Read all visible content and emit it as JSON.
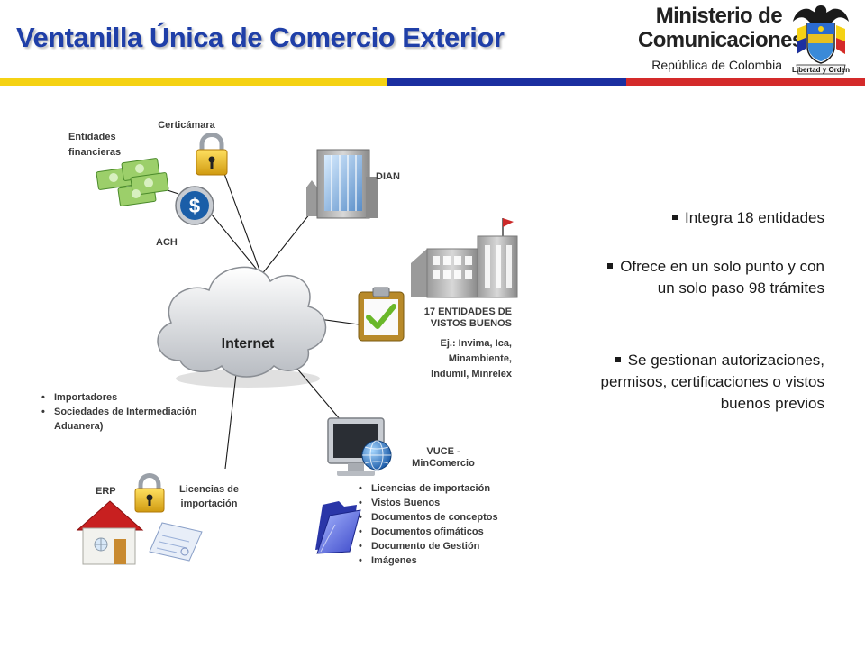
{
  "header": {
    "title": "Ventanilla Única de Comercio Exterior",
    "ministry_line1": "Ministerio de",
    "ministry_line2": "Comunicaciones",
    "ministry_sub": "República de Colombia",
    "seal_motto": "Libertad y Orden",
    "stripe_colors": [
      "#f5d214",
      "#1b2fa0",
      "#d42a2a"
    ]
  },
  "diagram": {
    "hub_label": "Internet",
    "nodes": {
      "certicamara": "Certicámara",
      "entidades_line1": "Entidades",
      "entidades_line2": "financieras",
      "ach": "ACH",
      "dian": "DIAN",
      "vistos_line1": "17 ENTIDADES DE",
      "vistos_line2": "VISTOS BUENOS",
      "vistos_ex_line1": "Ej.: Invima, Ica,",
      "vistos_ex_line2": "Minambiente,",
      "vistos_ex_line3": "Indumil, Minrelex",
      "vuce_line1": "VUCE -",
      "vuce_line2": "MinComercio",
      "erp": "ERP",
      "licencias_line1": "Licencias de",
      "licencias_line2": "importación"
    },
    "importers_list": [
      "Importadores",
      "Sociedades de Intermediación Aduanera)"
    ],
    "vuce_list": [
      "Licencias de importación",
      "Vistos Buenos",
      "Documentos de conceptos",
      "Documentos ofimáticos",
      "Documento de Gestión",
      "Imágenes"
    ]
  },
  "bullets": [
    "Integra 18 entidades",
    "Ofrece en un solo punto y con un solo paso 98 trámites",
    "Se gestionan autorizaciones, permisos, certificaciones o vistos buenos previos"
  ]
}
